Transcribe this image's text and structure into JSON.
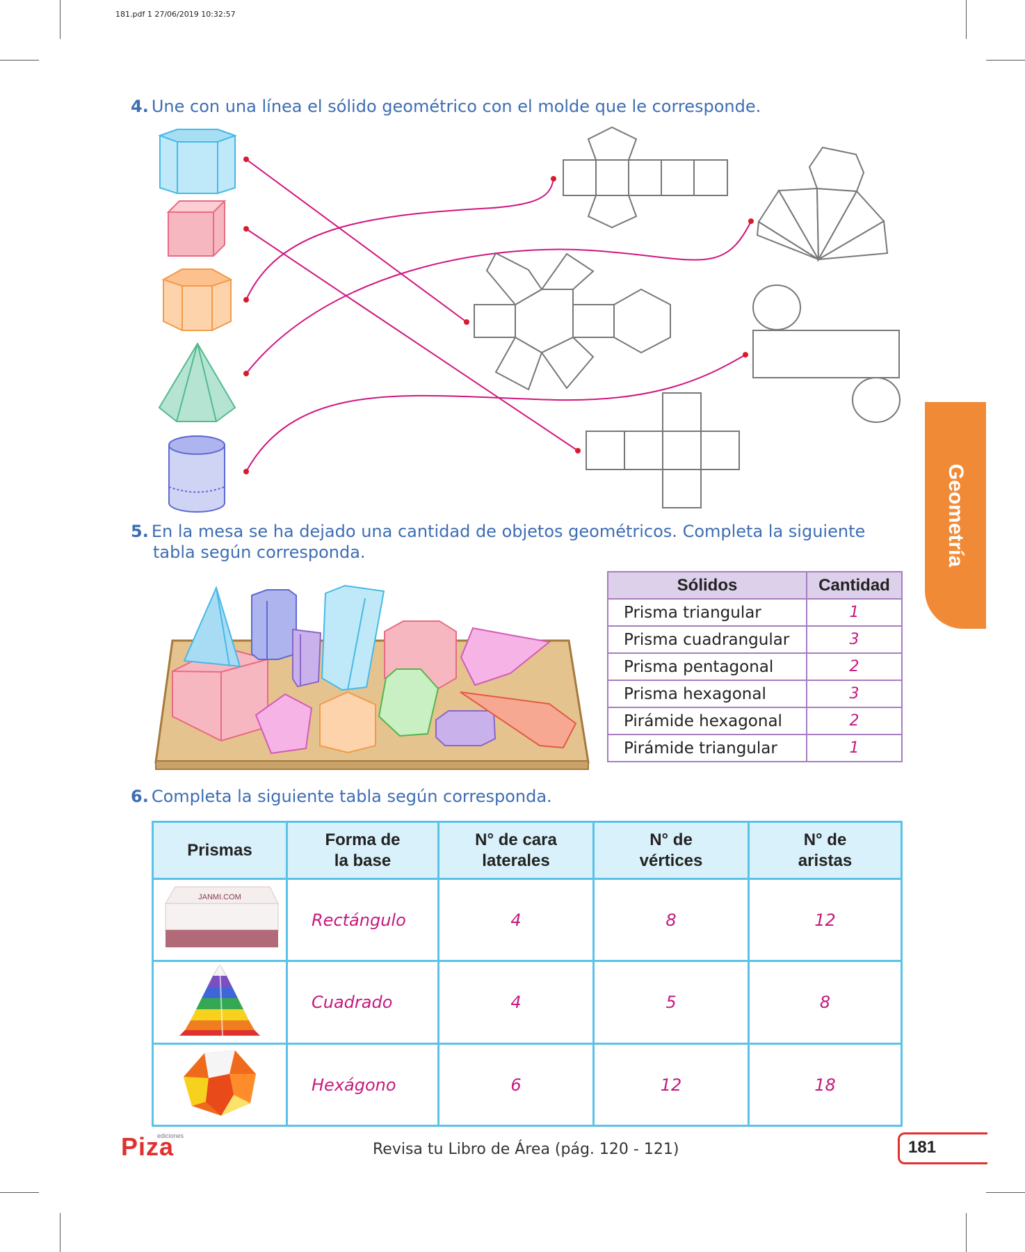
{
  "print_header": "181.pdf   1   27/06/2019   10:32:57",
  "exercise4": {
    "number": "4.",
    "instruction": "Une con una línea el sólido geométrico con el molde que le corresponde."
  },
  "exercise5": {
    "number": "5.",
    "instruction_line1": "En la mesa se ha dejado una cantidad de objetos geométricos. Completa la siguiente",
    "instruction_line2": "tabla según corresponda.",
    "table": {
      "headers": [
        "Sólidos",
        "Cantidad"
      ],
      "rows": [
        {
          "solid": "Prisma triangular",
          "qty": "1"
        },
        {
          "solid": "Prisma cuadrangular",
          "qty": "3"
        },
        {
          "solid": "Prisma pentagonal",
          "qty": "2"
        },
        {
          "solid": "Prisma hexagonal",
          "qty": "3"
        },
        {
          "solid": "Pirámide hexagonal",
          "qty": "2"
        },
        {
          "solid": "Pirámide triangular",
          "qty": "1"
        }
      ]
    }
  },
  "exercise6": {
    "number": "6.",
    "instruction": "Completa la siguiente tabla según corresponda.",
    "headers": {
      "prismas": "Prismas",
      "forma_l1": "Forma de",
      "forma_l2": "la base",
      "caras_l1": "N° de cara",
      "caras_l2": "laterales",
      "vert_l1": "N° de",
      "vert_l2": "vértices",
      "ari_l1": "N° de",
      "ari_l2": "aristas"
    },
    "rows": [
      {
        "image": "box-photo",
        "box_label": "JANMI.COM",
        "base": "Rectángulo",
        "caras": "4",
        "vertices": "8",
        "aristas": "12"
      },
      {
        "image": "rainbow-pyramid-photo",
        "base": "Cuadrado",
        "caras": "4",
        "vertices": "5",
        "aristas": "8"
      },
      {
        "image": "origami-solid-photo",
        "base": "Hexágono",
        "caras": "6",
        "vertices": "12",
        "aristas": "18"
      }
    ]
  },
  "side_tab": "Geometría",
  "footer": {
    "brand": "Piza",
    "brand_small": "ediciones",
    "note": "Revisa tu Libro de Área (pág. 120 - 121)",
    "page": "181"
  },
  "colors": {
    "title_blue": "#3d6db3",
    "answer_magenta": "#c5197d",
    "tab_orange": "#f18a37",
    "line_pink": "#d0157f"
  }
}
